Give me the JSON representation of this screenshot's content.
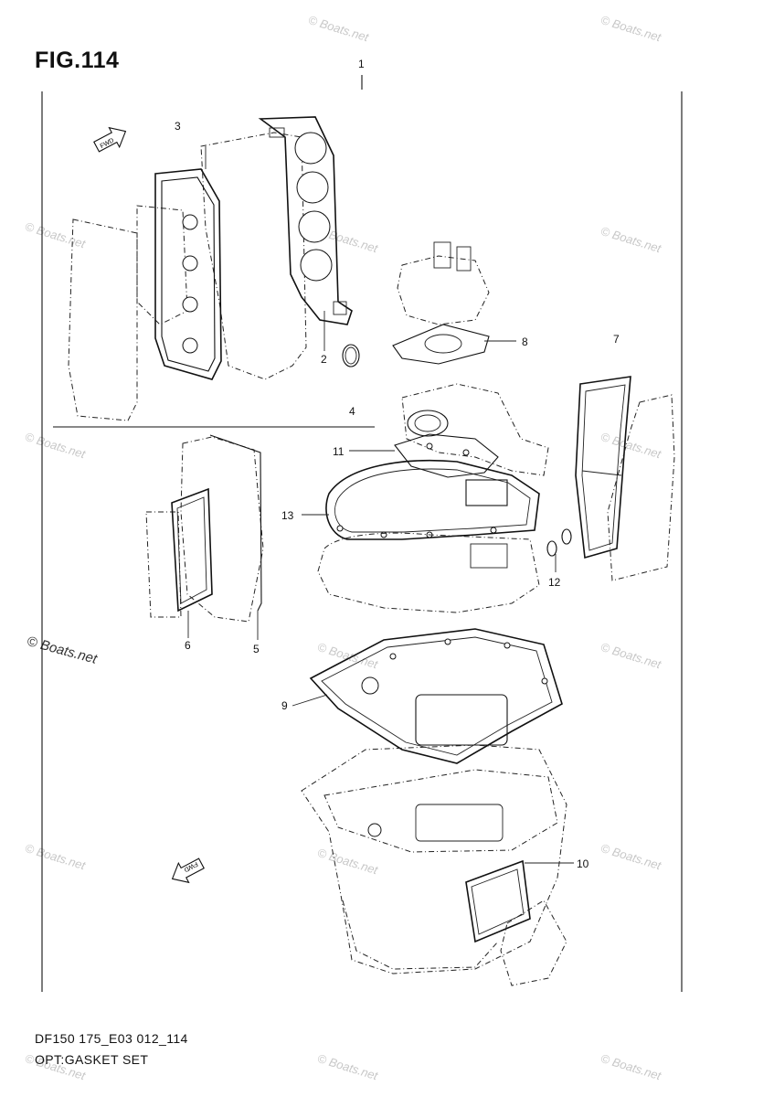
{
  "figure": {
    "title": "FIG.114",
    "code": "DF150 175_E03 012_114",
    "name": "OPT:GASKET SET"
  },
  "watermark": {
    "text": "© Boats.net"
  },
  "callouts": [
    {
      "id": "1",
      "label": "1"
    },
    {
      "id": "2",
      "label": "2"
    },
    {
      "id": "3",
      "label": "3"
    },
    {
      "id": "4",
      "label": "4"
    },
    {
      "id": "5",
      "label": "5"
    },
    {
      "id": "6",
      "label": "6"
    },
    {
      "id": "7",
      "label": "7"
    },
    {
      "id": "8",
      "label": "8"
    },
    {
      "id": "9",
      "label": "9"
    },
    {
      "id": "10",
      "label": "10"
    },
    {
      "id": "11",
      "label": "11"
    },
    {
      "id": "12",
      "label": "12"
    },
    {
      "id": "13",
      "label": "13"
    }
  ],
  "fwd_marker": {
    "text": "FWD"
  },
  "colors": {
    "line": "#111111",
    "watermark": "#c8c8c8",
    "background": "#ffffff"
  }
}
